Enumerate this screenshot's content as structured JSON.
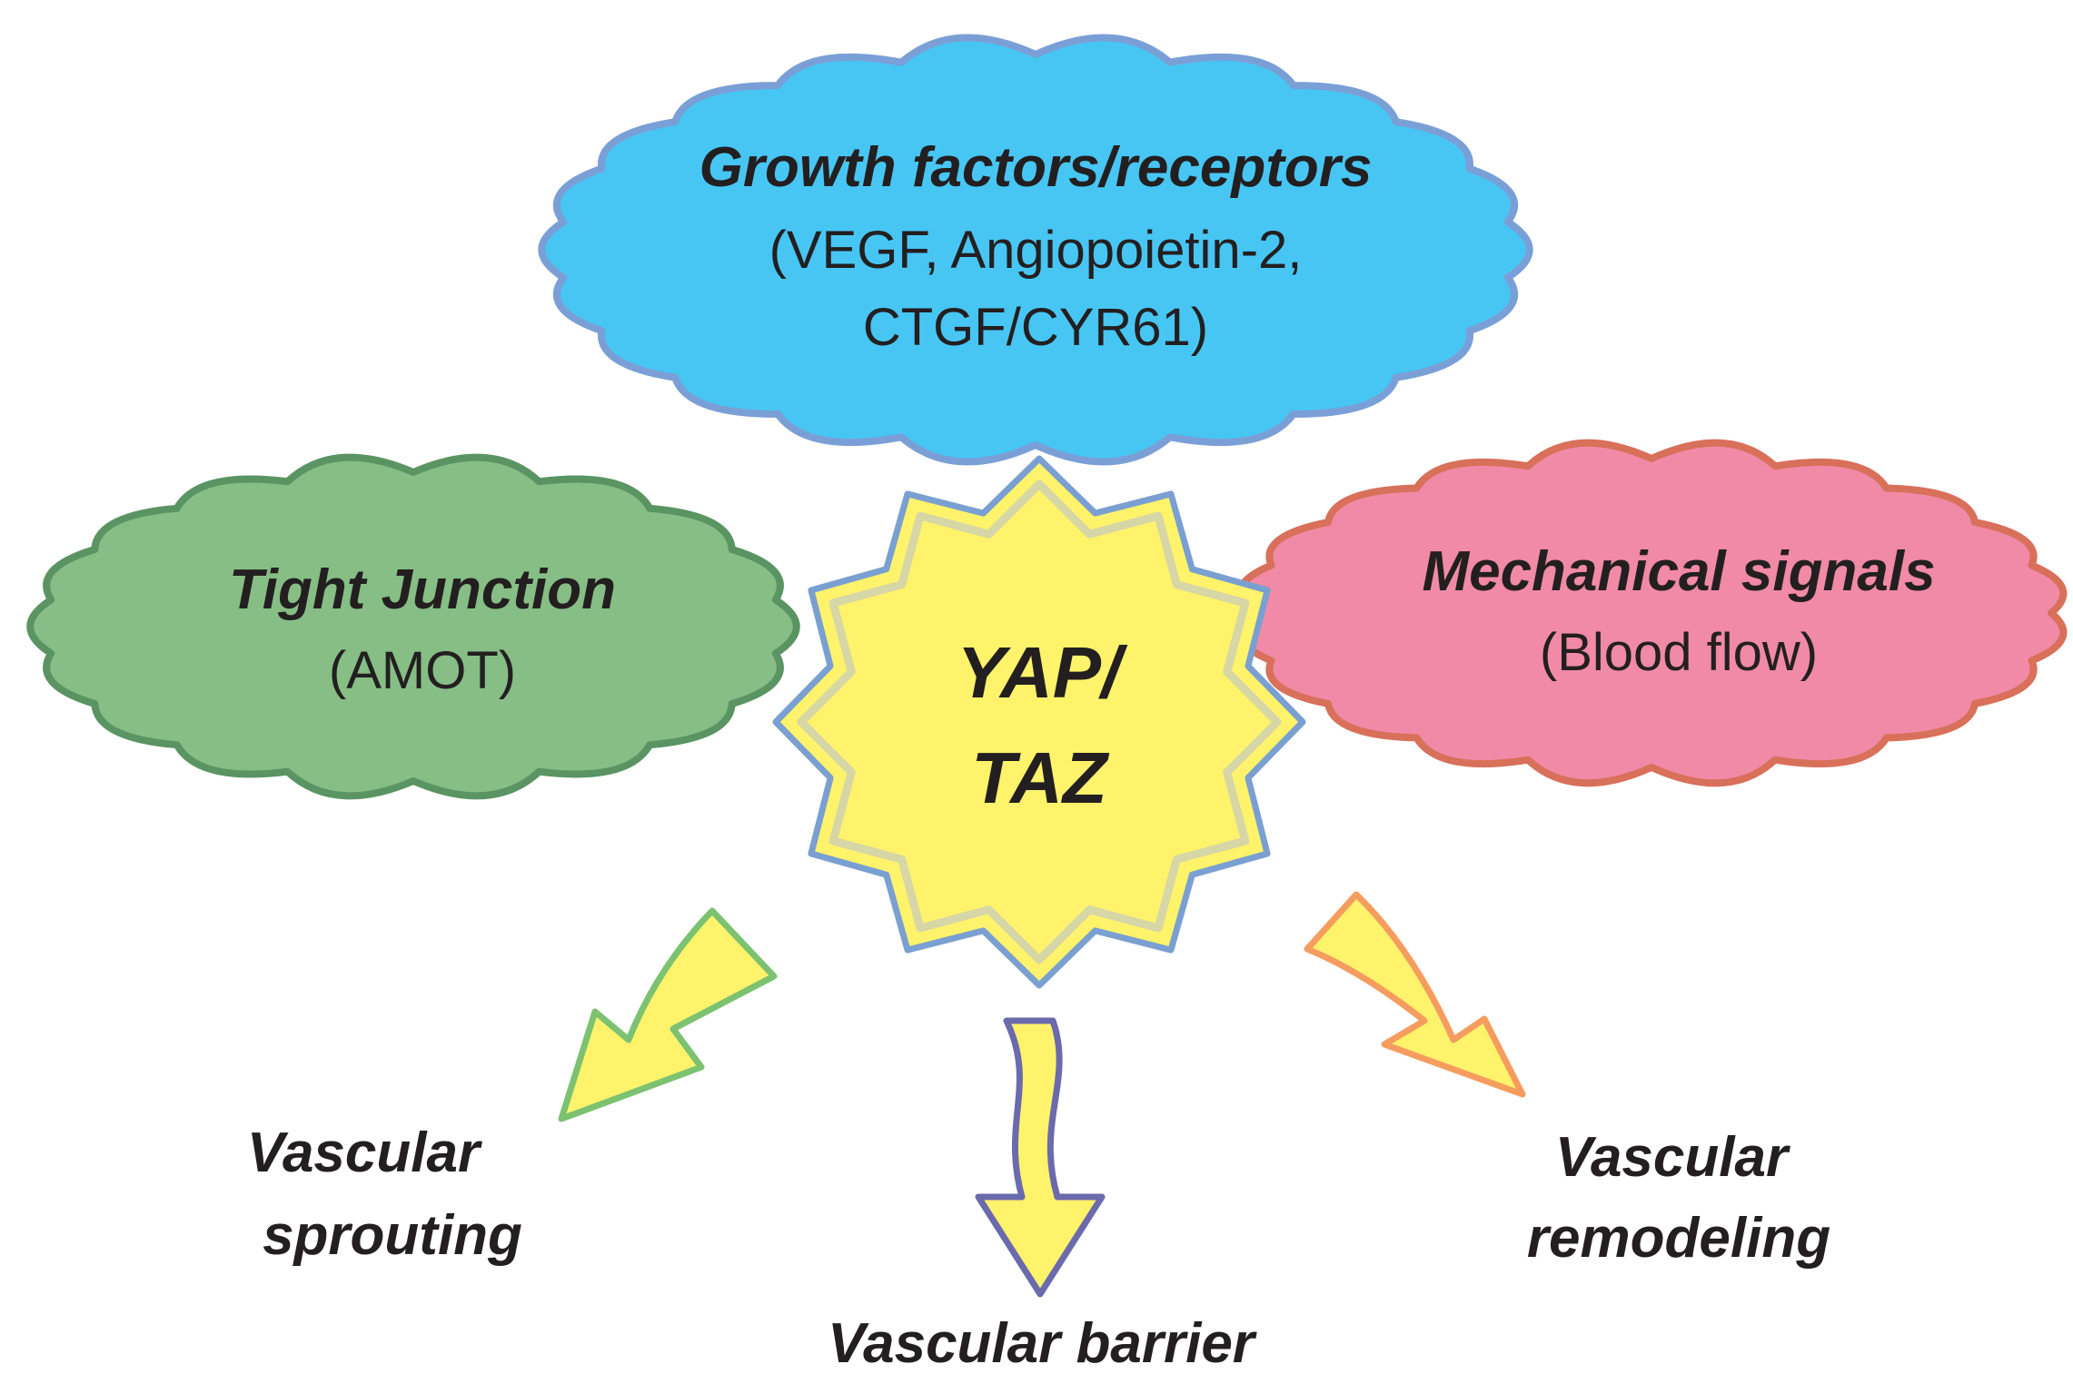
{
  "nodes": {
    "growth": {
      "title": "Growth factors/receptors",
      "line1": "(VEGF, Angiopoietin-2,",
      "line2": "CTGF/CYR61)",
      "fill": "#47c6f4",
      "stroke": "#7a9fd6"
    },
    "tight": {
      "title": "Tight Junction",
      "sub": "(AMOT)",
      "fill": "#86be86",
      "stroke": "#5a9462"
    },
    "mech": {
      "title": "Mechanical signals",
      "sub": "(Blood flow)",
      "fill": "#f08aa6",
      "stroke": "#d8705a"
    },
    "center": {
      "line1": "YAP/",
      "line2": "TAZ",
      "fill": "#fff36b",
      "stroke": "#7aa0d2",
      "inner_stroke": "#d6d6a6"
    }
  },
  "outcomes": {
    "sprouting": {
      "line1": "Vascular",
      "line2": "sprouting"
    },
    "barrier": {
      "line1": "Vascular barrier"
    },
    "remodeling": {
      "line1": "Vascular",
      "line2": "remodeling"
    }
  },
  "arrows": {
    "fill": "#fff36b",
    "sprouting_stroke": "#7cc271",
    "barrier_stroke": "#6b6aad",
    "remodeling_stroke": "#f59d5f"
  }
}
